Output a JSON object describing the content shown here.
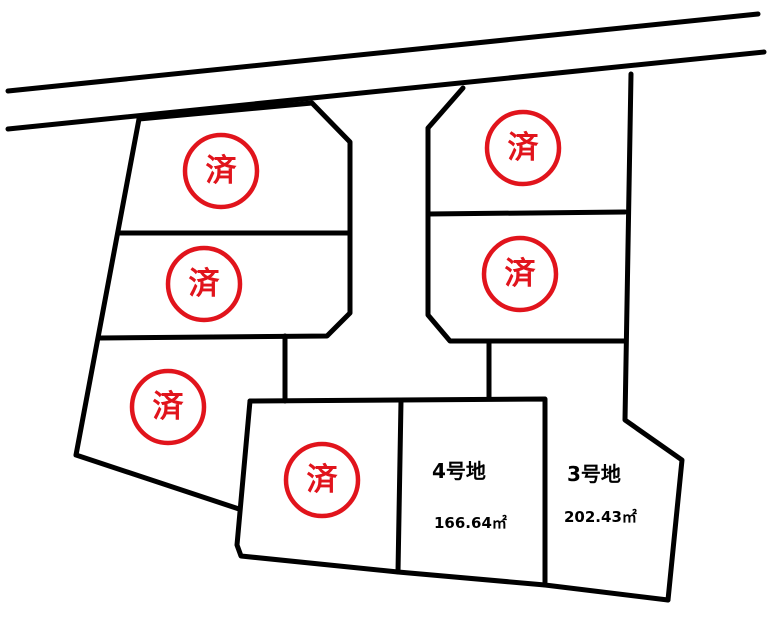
{
  "colors": {
    "sold_stamp": "#e1141c",
    "lines": "#000000",
    "background": "#ffffff"
  },
  "sold_stamp": {
    "label": "済",
    "count": 6
  },
  "lots": [
    {
      "id": "4",
      "label": "4号地",
      "area": "166.64㎡",
      "status": "available"
    },
    {
      "id": "3",
      "label": "3号地",
      "area": "202.43㎡",
      "status": "available"
    }
  ]
}
